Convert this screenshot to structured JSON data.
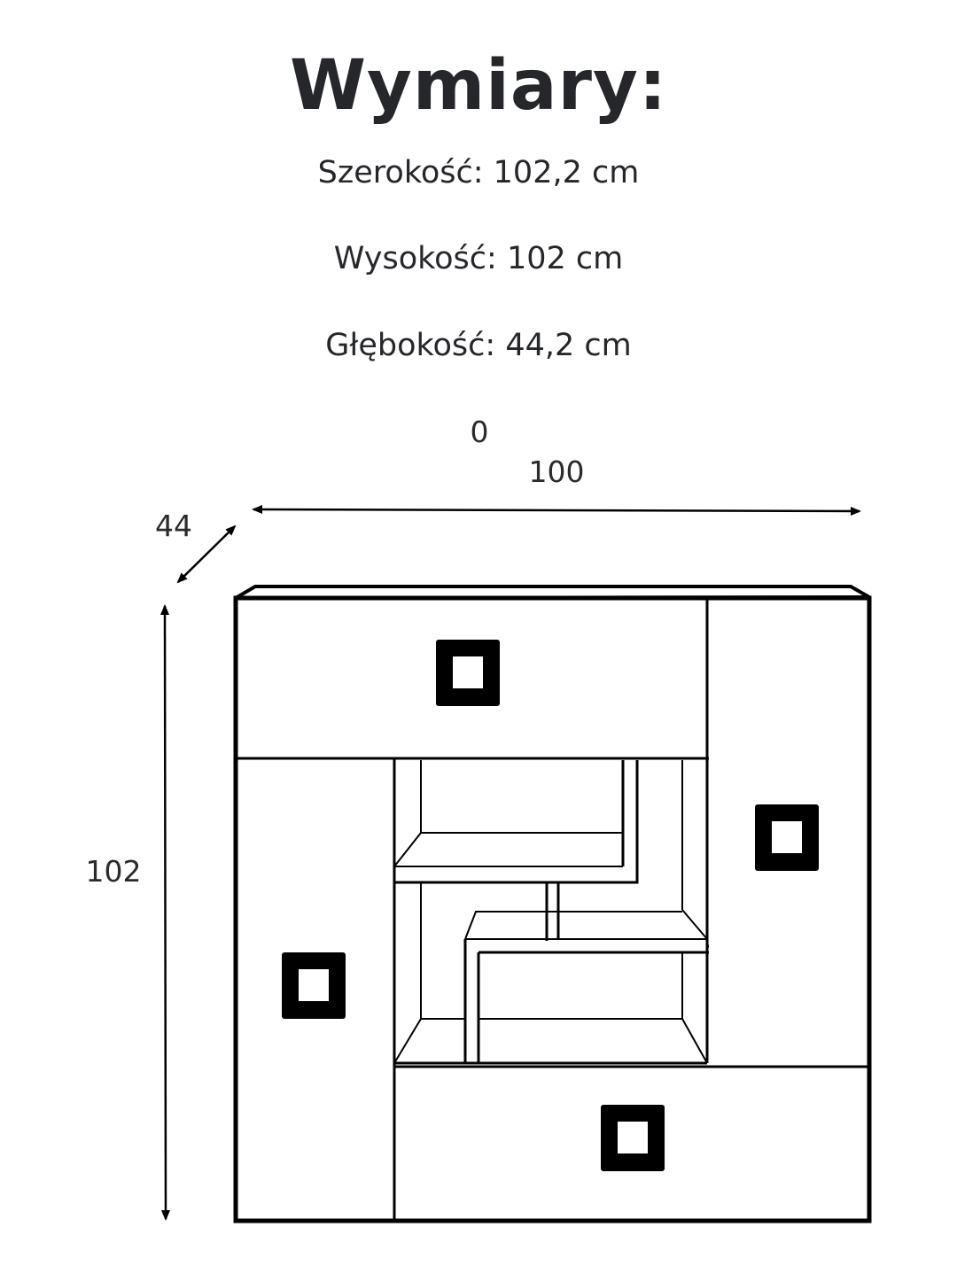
{
  "header": {
    "title": "Wymiary:",
    "width_text": "Szerokość: 102,2 cm",
    "height_text": "Wysokość: 102 cm",
    "depth_text": "Głębokość: 44,2 cm"
  },
  "drawing": {
    "label_zero": "0",
    "label_width": "100",
    "label_depth": "44",
    "label_height": "102",
    "line_color": "#000000"
  }
}
